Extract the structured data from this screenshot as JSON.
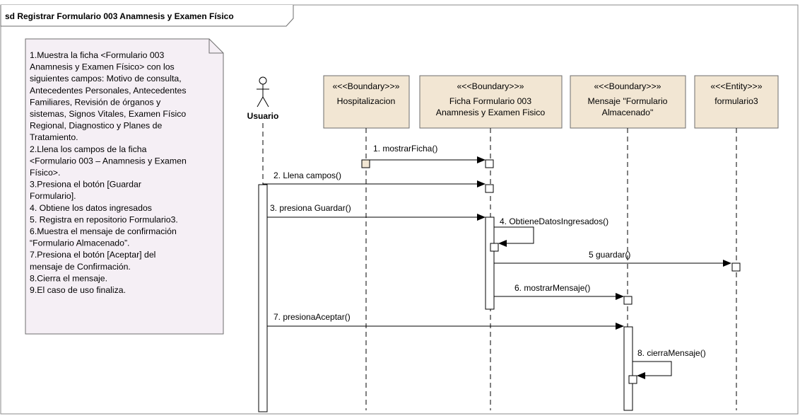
{
  "frame": {
    "title": "sd Registrar Formulario 003  Anamnesis y Examen Físico"
  },
  "note": {
    "lines": [
      "1.Muestra la ficha <Formulario 003",
      "Anamnesis y Examen Físico> con los",
      "siguientes campos: Motivo de consulta,",
      "Antecedentes Personales, Antecedentes",
      "Familiares, Revisión de órganos y",
      "sistemas, Signos Vitales, Examen Físico",
      "Regional, Diagnostico y Planes de",
      "Tratamiento.",
      "2.Llena los campos de la ficha",
      "<Formulario 003 – Anamnesis y Examen",
      "Físico>.",
      "3.Presiona el botón [Guardar",
      "Formulario].",
      "4. Obtiene los datos ingresados",
      "5. Registra en repositorio Formulario3.",
      "6.Muestra el mensaje de confirmación",
      "“Formulario Almacenado”.",
      "7.Presiona el botón [Aceptar] del",
      "mensaje de Confirmación.",
      "8.Cierra el mensaje.",
      "9.El caso de uso finaliza."
    ]
  },
  "actor": {
    "name": "Usuario"
  },
  "lifelines": [
    {
      "id": "hospitalizacion",
      "stereotype": "«<<Boundary>>»",
      "name_lines": [
        "Hospitalizacion"
      ]
    },
    {
      "id": "ficha",
      "stereotype": "«<<Boundary>>»",
      "name_lines": [
        "Ficha Formulario 003",
        "Anamnesis y Examen Fisico"
      ]
    },
    {
      "id": "mensaje",
      "stereotype": "«<<Boundary>>»",
      "name_lines": [
        "Mensaje \"Formulario",
        "Almacenado\""
      ]
    },
    {
      "id": "formulario3",
      "stereotype": "«<<Entity>>»",
      "name_lines": [
        "formulario3"
      ]
    }
  ],
  "messages": [
    {
      "label": "1. mostrarFicha()",
      "from": "hospitalizacion",
      "to": "ficha"
    },
    {
      "label": "2. Llena campos()",
      "from": "usuario",
      "to": "ficha"
    },
    {
      "label": "3. presiona Guardar()",
      "from": "usuario",
      "to": "ficha"
    },
    {
      "label": "4. ObtieneDatosIngresados()",
      "from": "ficha",
      "to": "ficha"
    },
    {
      "label": "5 guardar()",
      "from": "ficha",
      "to": "formulario3"
    },
    {
      "label": "6. mostrarMensaje()",
      "from": "ficha",
      "to": "mensaje"
    },
    {
      "label": "7. presionaAceptar()",
      "from": "usuario",
      "to": "mensaje"
    },
    {
      "label": "8. cierraMensaje()",
      "from": "mensaje",
      "to": "mensaje"
    }
  ],
  "colors": {
    "lifeline_fill": "#f2e6d3",
    "note_fill": "#f5eff5",
    "border": "#6e6e6e",
    "line": "#000000"
  }
}
